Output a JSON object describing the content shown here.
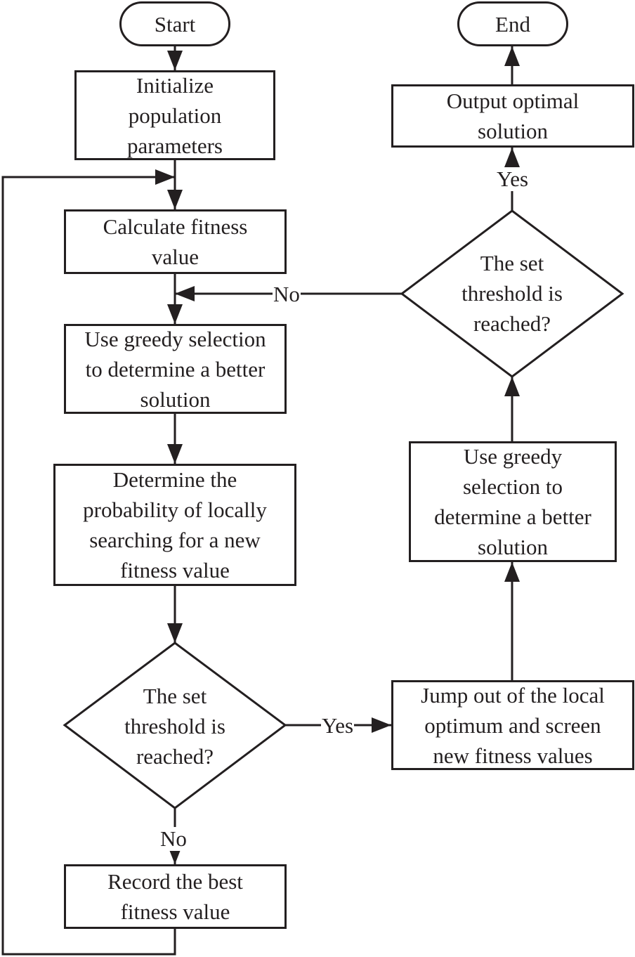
{
  "nodes": {
    "start": "Start",
    "end": "End",
    "init": [
      "Initialize",
      "population",
      "parameters"
    ],
    "fitness": [
      "Calculate fitness",
      "value"
    ],
    "greedy_left": [
      "Use greedy selection",
      "to determine a better",
      "solution"
    ],
    "probability": [
      "Determine the",
      "probability of locally",
      "searching for a new",
      "fitness value"
    ],
    "decision_left": [
      "The set",
      "threshold is",
      "reached?"
    ],
    "record": [
      "Record the best",
      "fitness value"
    ],
    "jump": [
      "Jump out of the local",
      "optimum and screen",
      "new fitness values"
    ],
    "greedy_right": [
      "Use greedy",
      "selection to",
      "determine a better",
      "solution"
    ],
    "decision_right": [
      "The set",
      "threshold is",
      "reached?"
    ],
    "output": [
      "Output optimal",
      "solution"
    ]
  },
  "edge_labels": {
    "no_top": "No",
    "yes_top": "Yes",
    "yes_mid": "Yes",
    "no_bottom": "No"
  }
}
